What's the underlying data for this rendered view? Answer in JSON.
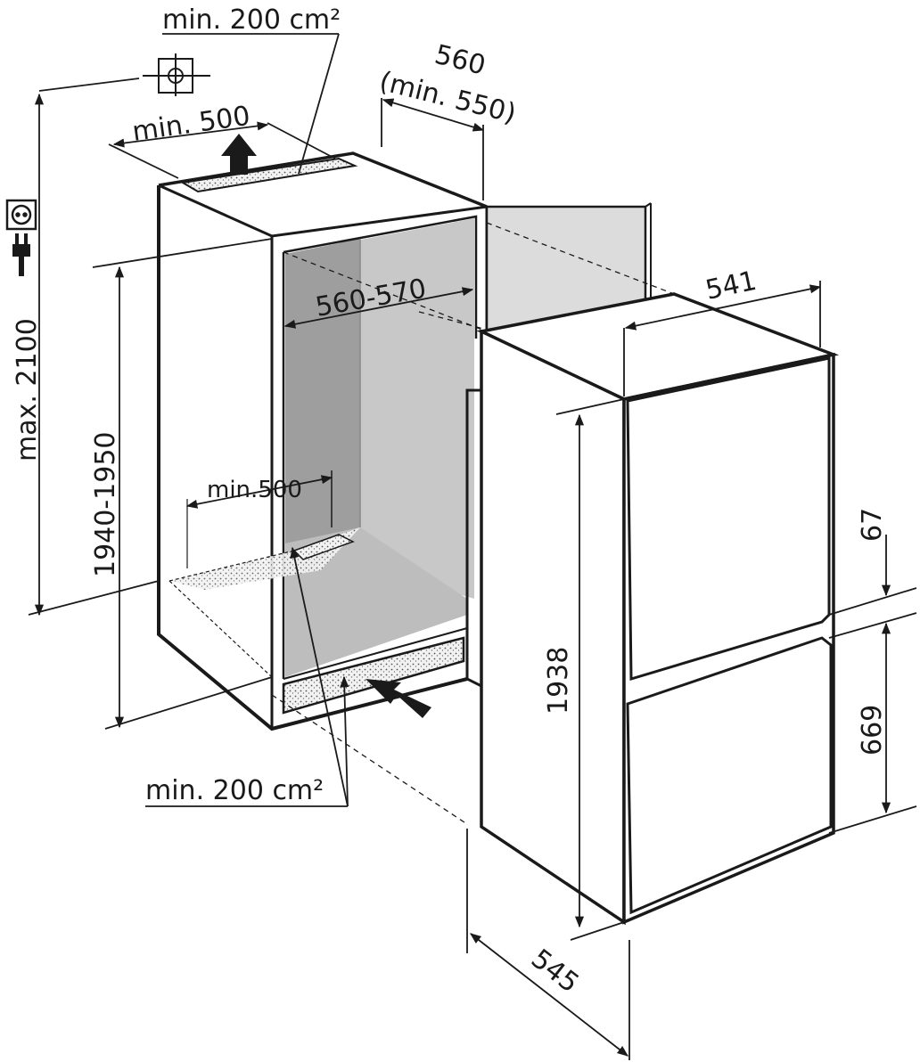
{
  "labels": {
    "vent_top_area": "min. 200 cm²",
    "top_clearance": "min. 500",
    "niche_depth": "560",
    "niche_depth_min": "(min. 550)",
    "max_height": "max. 2100",
    "niche_height": "1940-1950",
    "niche_width": "560-570",
    "bottom_clearance": "min.500",
    "vent_bottom_area": "min. 200 cm²",
    "appliance_width": "541",
    "appliance_height": "1938",
    "dim_67": "67",
    "dim_669": "669",
    "appliance_depth": "545"
  },
  "icons": [
    "ceiling-vent-icon",
    "power-socket-icon",
    "power-plug-icon",
    "airflow-arrow-icon"
  ],
  "colors": {
    "line": "#1a1a1a",
    "niche_shade": "#c8c8c8",
    "niche_dark": "#9e9e9e",
    "door": "#dcdcdc"
  }
}
